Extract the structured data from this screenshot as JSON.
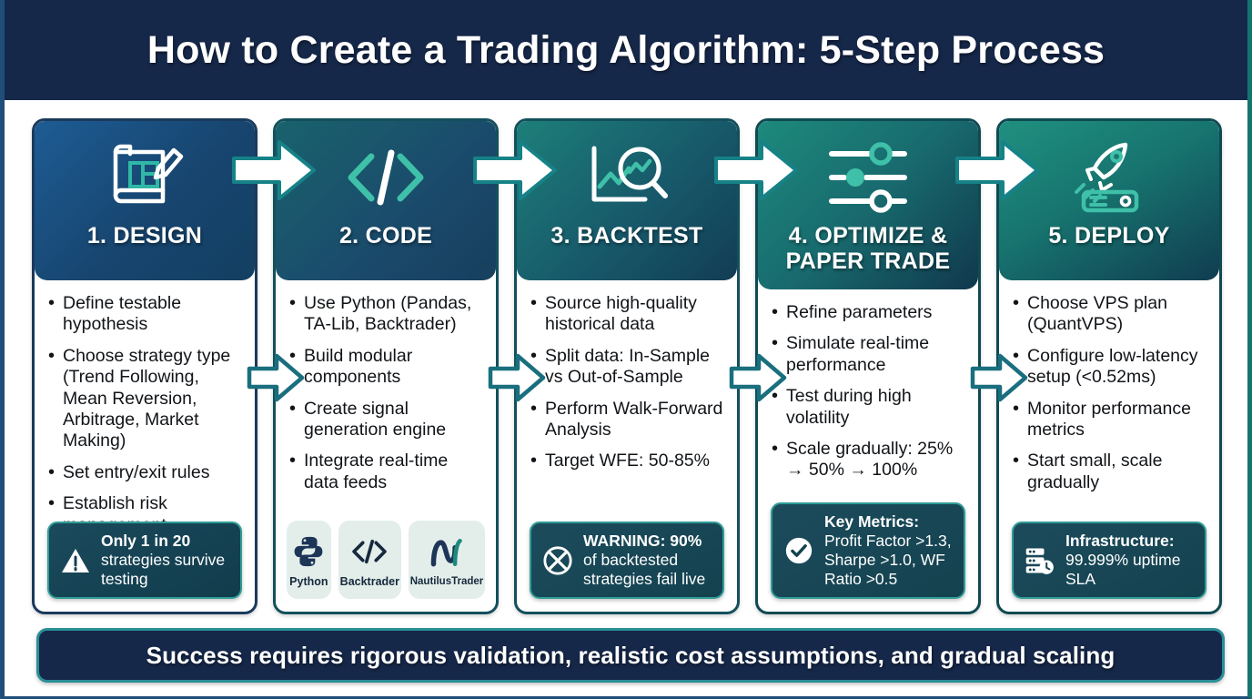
{
  "header": {
    "title": "How to Create a Trading Algorithm: 5-Step Process"
  },
  "steps": [
    {
      "title": "1. DESIGN",
      "icon": "blueprint-pencil-icon",
      "bullets": [
        "Define testable hypothesis",
        "Choose strategy type (Trend Following, Mean Reversion, Arbitrage, Market Making)",
        "Set entry/exit rules",
        "Establish risk management"
      ],
      "callout": {
        "icon": "warning-triangle-icon",
        "lead": "Only 1 in 20",
        "rest": "strategies survive testing"
      }
    },
    {
      "title": "2. CODE",
      "icon": "code-brackets-icon",
      "bullets": [
        "Use Python (Pandas, TA-Lib, Backtrader)",
        "Build modular components",
        "Create signal generation engine",
        "Integrate real-time data feeds"
      ],
      "badges": [
        {
          "label": "Python",
          "icon": "python-logo-icon"
        },
        {
          "label": "Backtrader",
          "icon": "code-brackets-icon"
        },
        {
          "label": "NautilusTrader",
          "icon": "nautilus-n-logo-icon"
        }
      ]
    },
    {
      "title": "3. BACKTEST",
      "icon": "chart-magnifier-icon",
      "bullets": [
        "Source high-quality historical data",
        "Split data: In-Sample vs Out-of-Sample",
        "Perform Walk-Forward Analysis",
        "Target WFE: 50-85%"
      ],
      "callout": {
        "icon": "no-entry-cross-icon",
        "lead": "WARNING: 90%",
        "rest": "of backtested strategies fail live"
      }
    },
    {
      "title": "4. OPTIMIZE & PAPER TRADE",
      "icon": "sliders-icon",
      "bullets": [
        "Refine parameters",
        "Simulate real-time performance",
        "Test during high volatility",
        "Scale gradually: 25% → 50% → 100%"
      ],
      "callout": {
        "icon": "check-circle-icon",
        "lead": "Key Metrics:",
        "rest": "Profit Factor >1.3, Sharpe >1.0, WF Ratio >0.5"
      }
    },
    {
      "title": "5. DEPLOY",
      "icon": "rocket-server-icon",
      "bullets": [
        "Choose VPS plan (QuantVPS)",
        "Configure low-latency setup (<0.52ms)",
        "Monitor performance metrics",
        "Start small, scale gradually"
      ],
      "callout": {
        "icon": "server-clock-icon",
        "lead": "Infrastructure:",
        "rest": "99.999% uptime SLA"
      }
    }
  ],
  "arrows": {
    "icon": "right-arrow-icon",
    "count": 4
  },
  "banner": {
    "text": "Success requires rigorous validation, realistic cost assumptions, and gradual scaling"
  },
  "colors": {
    "header_bg": "#16284a",
    "accent_teal": "#2a8f96",
    "card_border_navy": "#1b3a5c",
    "callout_bg": "#14424f",
    "badge_bg": "#e3eeea",
    "text_dark": "#111418"
  }
}
